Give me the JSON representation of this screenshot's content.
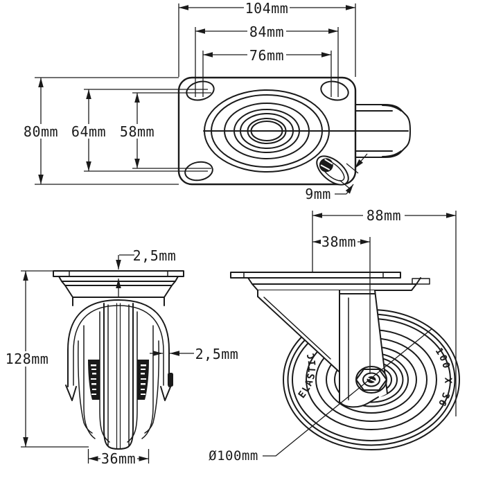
{
  "drawing": {
    "subject": "swivel caster technical drawing, three views",
    "colors": {
      "line": "#1a1a1a",
      "background": "#ffffff"
    },
    "top_view": {
      "dims": {
        "overall_width": "104mm",
        "slot_spacing_outer_x": "84mm",
        "slot_spacing_inner_x": "76mm",
        "overall_depth": "80mm",
        "slot_spacing_outer_y": "64mm",
        "slot_spacing_inner_y": "58mm",
        "slot_width": "9mm"
      }
    },
    "front_view": {
      "dims": {
        "plate_thickness": "2,5mm",
        "overall_height": "128mm",
        "fork_thickness": "2,5mm",
        "wheel_width": "36mm"
      }
    },
    "side_view": {
      "dims": {
        "plate_length": "88mm",
        "wheel_offset": "38mm",
        "wheel_diameter": "Ø100mm"
      },
      "wheel_markings": {
        "left": "ELASTIC",
        "right": "100 X 36"
      }
    }
  }
}
